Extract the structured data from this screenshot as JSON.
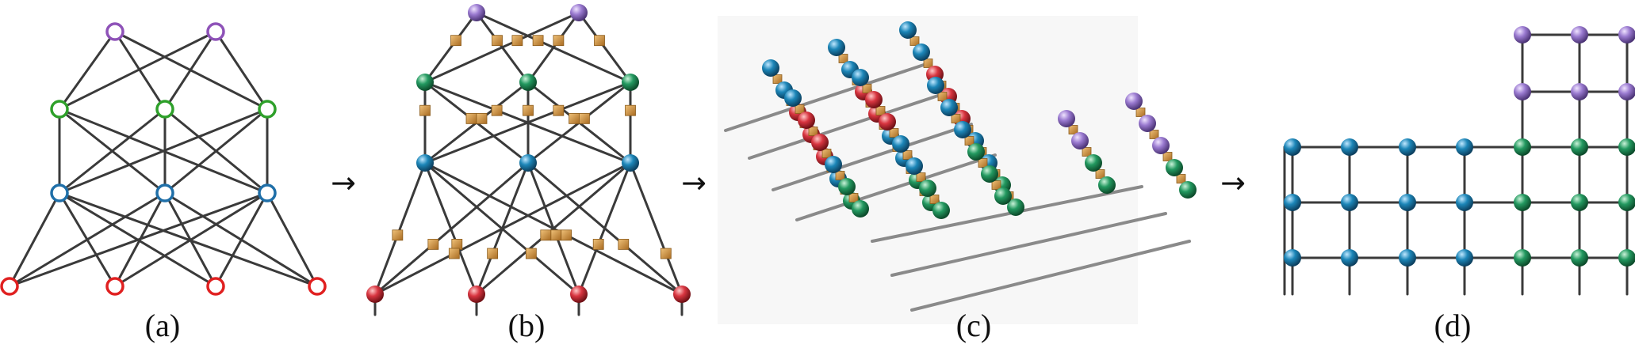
{
  "captions": {
    "a": "(a)",
    "b": "(b)",
    "c": "(c)",
    "d": "(d)"
  },
  "arrows": {
    "ab": "→",
    "bc": "→",
    "cd": "→"
  },
  "colors": {
    "edge": "#3a3a3a",
    "purple": "#8e52b8",
    "green_ring": "#2ea02a",
    "blue_ring": "#1f6fa8",
    "red_ring": "#e02020",
    "purple_ball": "#9a7ad0",
    "green_ball": "#239960",
    "blue_ball": "#1c86b8",
    "red_ball": "#d83540",
    "tensor": "#c98d3a",
    "rod": "#8a8a8a"
  },
  "panel_a": {
    "layers": [
      "purple",
      "green",
      "blue",
      "red"
    ],
    "layer_sizes": [
      2,
      3,
      3,
      4
    ]
  },
  "panel_b": {
    "layers": [
      "purple",
      "green",
      "blue",
      "red"
    ],
    "layer_sizes": [
      2,
      3,
      3,
      4
    ],
    "node_style": "ball-with-tensor-squares"
  },
  "panel_c": {
    "style": "3d-lattice"
  },
  "panel_d": {
    "style": "2d-grid",
    "rows_main": 3,
    "cols_blue": 4,
    "cols_green": 3,
    "rows_purple": 2,
    "cols_purple": 3
  }
}
